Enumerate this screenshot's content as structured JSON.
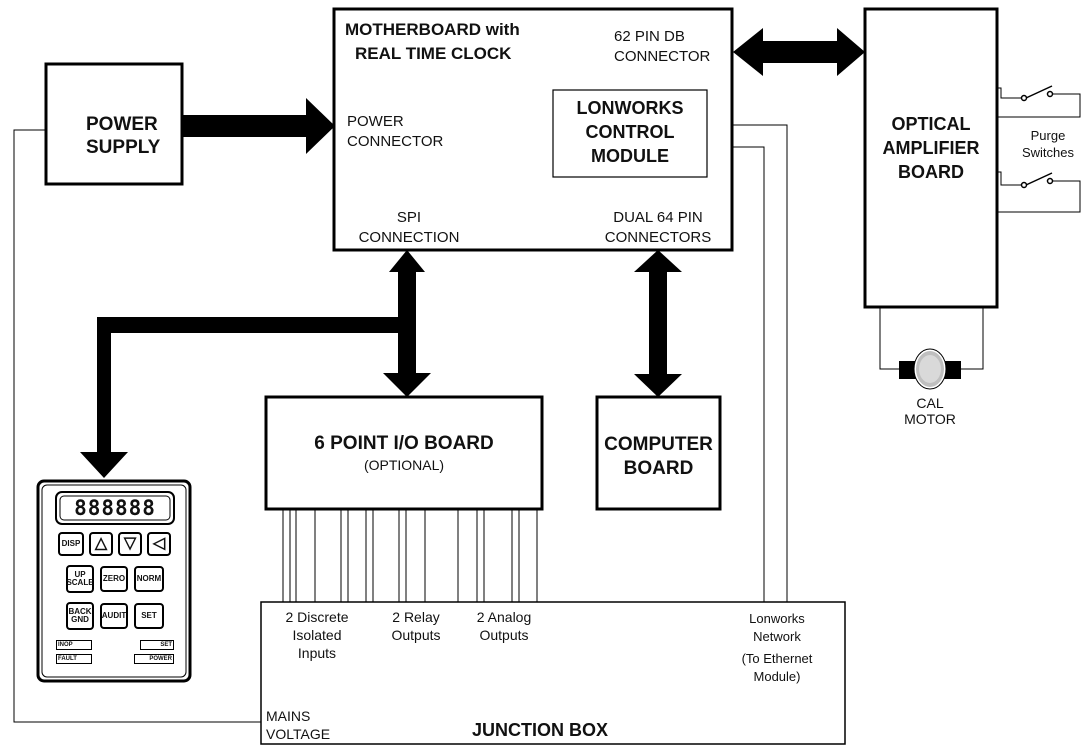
{
  "power_supply": {
    "line1": "POWER",
    "line2": "SUPPLY"
  },
  "motherboard": {
    "title_line1": "MOTHERBOARD with",
    "title_line2": "REAL TIME CLOCK",
    "db_connector_line1": "62 PIN DB",
    "db_connector_line2": "CONNECTOR",
    "power_connector_line1": "POWER",
    "power_connector_line2": "CONNECTOR",
    "spi_line1": "SPI",
    "spi_line2": "CONNECTION",
    "dual_line1": "DUAL 64 PIN",
    "dual_line2": "CONNECTORS"
  },
  "lonworks_module": {
    "line1": "LONWORKS",
    "line2": "CONTROL",
    "line3": "MODULE"
  },
  "optical_amplifier": {
    "line1": "OPTICAL",
    "line2": "AMPLIFIER",
    "line3": "BOARD"
  },
  "purge_switches": {
    "line1": "Purge",
    "line2": "Switches"
  },
  "cal_motor": {
    "line1": "CAL",
    "line2": "MOTOR"
  },
  "io_board": {
    "title": "6 POINT I/O BOARD",
    "subtitle": "(OPTIONAL)"
  },
  "computer_board": {
    "line1": "COMPUTER",
    "line2": "BOARD"
  },
  "keypad": {
    "display": "888888",
    "arrows": [
      "△",
      "▽",
      "◁"
    ],
    "buttons": {
      "disp": "DISP",
      "up_scale_1": "UP",
      "up_scale_2": "SCALE",
      "zero": "ZERO",
      "norm": "NORM",
      "back_gnd_1": "BACK",
      "back_gnd_2": "GND",
      "audit": "AUDIT",
      "set": "SET"
    },
    "indicators": {
      "inop": "INOP",
      "set": "SET",
      "fault": "FAULT",
      "power": "POWER"
    }
  },
  "junction_box": {
    "title": "JUNCTION BOX",
    "discrete_line1": "2 Discrete",
    "discrete_line2": "Isolated",
    "discrete_line3": "Inputs",
    "relay_line1": "2 Relay",
    "relay_line2": "Outputs",
    "analog_line1": "2 Analog",
    "analog_line2": "Outputs",
    "lon_line1": "Lonworks",
    "lon_line2": "Network",
    "lon_line3": "(To Ethernet",
    "lon_line4": "Module)",
    "mains_line1": "MAINS",
    "mains_line2": "VOLTAGE"
  }
}
